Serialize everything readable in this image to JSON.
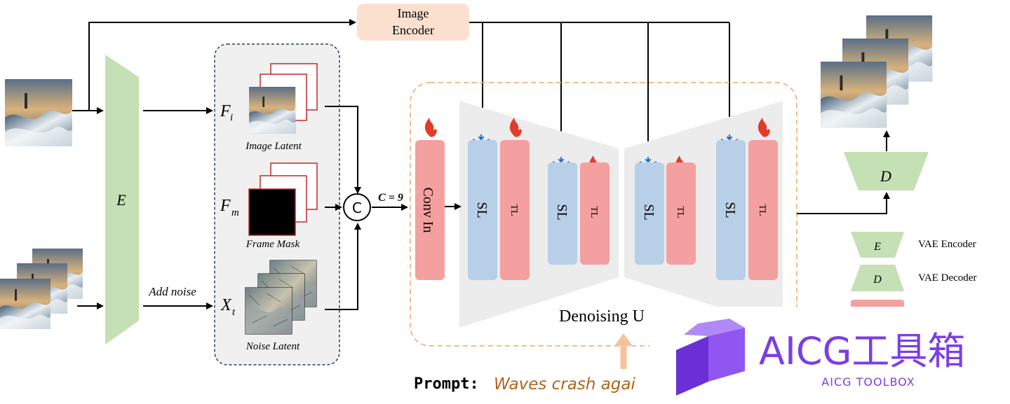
{
  "encoder": {
    "image_encoder_line1": "Image",
    "image_encoder_line2": "Encoder",
    "vae_encoder_symbol": "E",
    "vae_decoder_symbol": "D"
  },
  "latents": {
    "image_latent_symbol": "F",
    "image_latent_sub": "i",
    "image_latent_label": "Image Latent",
    "frame_mask_symbol": "F",
    "frame_mask_sub": "m",
    "frame_mask_label": "Frame Mask",
    "noise_latent_symbol": "X",
    "noise_latent_sub": "t",
    "noise_latent_label": "Noise Latent",
    "add_noise_label": "Add noise"
  },
  "concat": {
    "symbol": "C",
    "channels_label": "C = 9"
  },
  "unet": {
    "conv_in_label": "Conv In",
    "sl_label": "SL",
    "tl_label": "TL",
    "title": "Denoising U"
  },
  "prompt": {
    "label": "Prompt:",
    "text": "Waves crash agai"
  },
  "legend": {
    "encoder_symbol": "E",
    "encoder_label": "VAE Encoder",
    "decoder_symbol": "D",
    "decoder_label": "VAE Decoder"
  },
  "watermark": {
    "title": "AICG工具箱",
    "subtitle": "AICG TOOLBOX"
  },
  "colors": {
    "encoder_green": "#c5e0b4",
    "trainable_red": "#f4a0a0",
    "frozen_blue": "#b8cfe8",
    "image_encoder_peach": "#fbe0d0",
    "unet_gray": "#ececec",
    "dashed_orange": "#f0b27a",
    "latent_panel": "#f0f0f0",
    "watermark_purple": "#7b3fe4",
    "prompt_orange": "#b0641a"
  }
}
